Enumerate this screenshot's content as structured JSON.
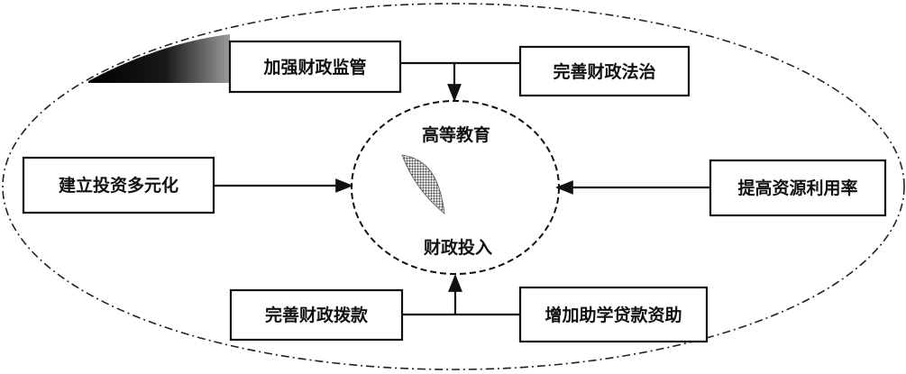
{
  "diagram": {
    "center": {
      "top_label": "高等教育",
      "bottom_label": "财政投入"
    },
    "boxes": {
      "top_left": "加强财政监管",
      "top_right": "完善财政法治",
      "left": "建立投资多元化",
      "right": "提高资源利用率",
      "bottom_left": "完善财政拨款",
      "bottom_right": "增加助学贷款资助"
    }
  },
  "colors": {
    "ink": "#111111",
    "background": "#ffffff"
  }
}
